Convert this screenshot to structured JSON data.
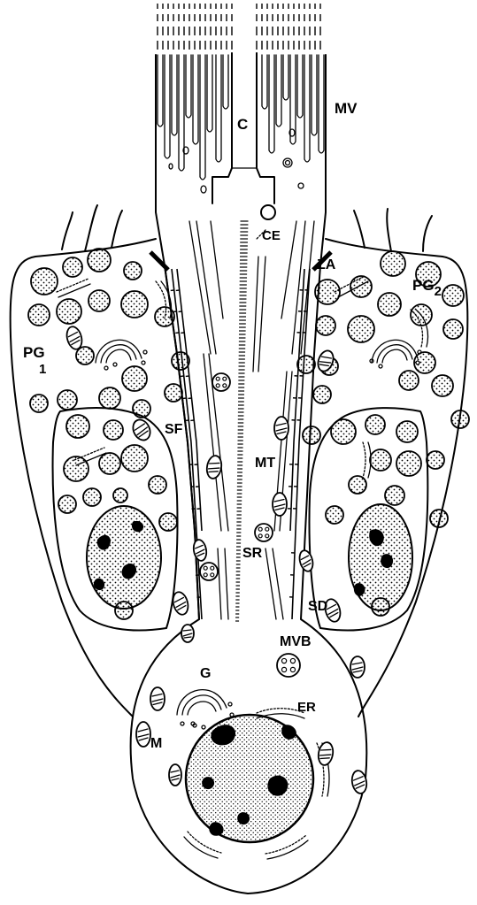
{
  "labels": {
    "mv": "MV",
    "c": "C",
    "ce": "CE",
    "za": "ZA",
    "pg2_main": "PG",
    "pg2_sub": "2",
    "pg1_main": "PG",
    "pg1_sub": "1",
    "sf": "SF",
    "mt": "MT",
    "sr": "SR",
    "sd": "SD",
    "mvb": "MVB",
    "g": "G",
    "er": "ER",
    "m": "M"
  },
  "colors": {
    "ink": "#000000",
    "background": "#ffffff"
  }
}
